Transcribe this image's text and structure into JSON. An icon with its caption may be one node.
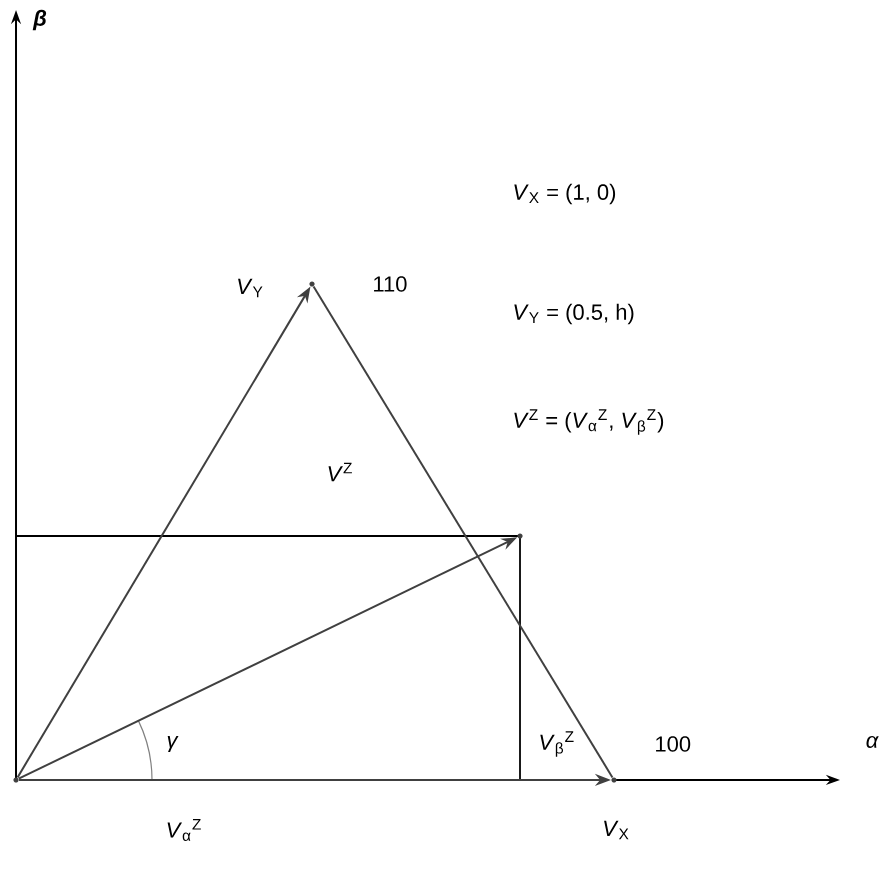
{
  "diagram": {
    "nodes": [
      {
        "text": [],
        "shape": "point"
      },
      {
        "text": [],
        "shape": "point",
        "beside": [
          "100",
          "*V*$_{X}$"
        ]
      },
      {
        "text": [],
        "shape": "point",
        "beside": [
          "*V*$_{Y}$",
          "110"
        ]
      },
      {
        "text": [],
        "shape": "point"
      }
    ],
    "edges": [
      {
        "from": 0,
        "to": 1,
        "arrow": "to"
      },
      {
        "from": 0,
        "to": 2,
        "arrow": "to"
      },
      {
        "from": 0,
        "to": 3,
        "arrow": "to"
      },
      {
        "from": 2,
        "to": 1,
        "arrow": "none"
      }
    ],
    "labels": [
      "β",
      "*V*$_{X}$ = (1, 0)",
      "*V*$_{Y}$ = (0.5, h)",
      "*V*$^{Z}$ = (*V*$_{α}$$^{Z}$, *V*$_{β}$$^{Z}$)",
      "*V*$^{Z}$",
      "γ",
      "*V*$_{β}$$^{Z}$",
      "α",
      "*V*$_{α}$$^{Z}$"
    ]
  }
}
